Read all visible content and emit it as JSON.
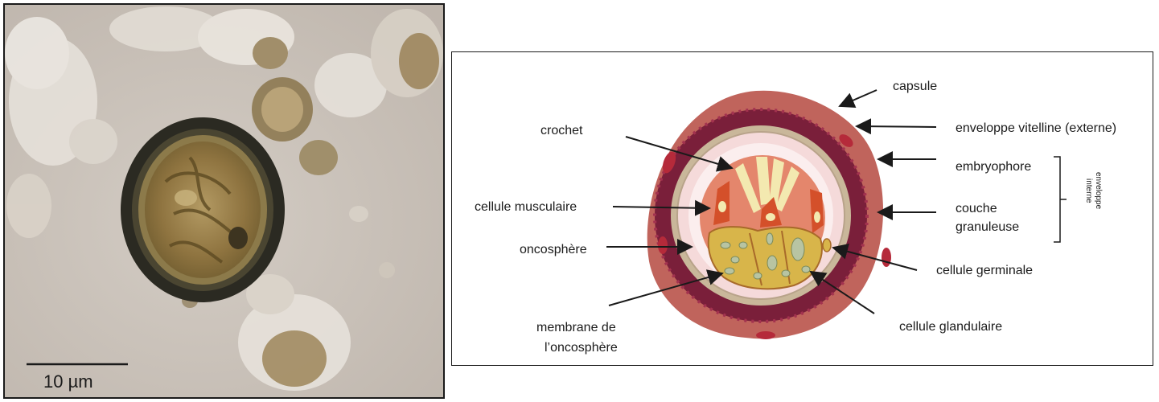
{
  "scale_bar": {
    "label": "10 µm"
  },
  "labels": {
    "capsule": "capsule",
    "enveloppe_vitelline": "enveloppe vitelline (externe)",
    "embryophore": "embryophore",
    "couche_line1": "couche",
    "couche_line2": "granuleuse",
    "enveloppe_interne_line1": "enveloppe",
    "enveloppe_interne_line2": "interne",
    "crochet": "crochet",
    "cellule_musculaire": "cellule musculaire",
    "oncosphere": "oncosphère",
    "membrane_line1": "membrane de",
    "membrane_line2": "l’oncosphère",
    "cellule_germinale": "cellule germinale",
    "cellule_glandulaire": "cellule glandulaire"
  },
  "colors": {
    "capsule": "#c0645c",
    "vitelline": "#7a1f3a",
    "granular": "#c9b79a",
    "oncosphere_membrane": "#f5dada",
    "oncosphere": "#e4866c",
    "hooks": "#f3e9b0",
    "muscle": "#d4502a",
    "gland": "#d8b54a"
  }
}
